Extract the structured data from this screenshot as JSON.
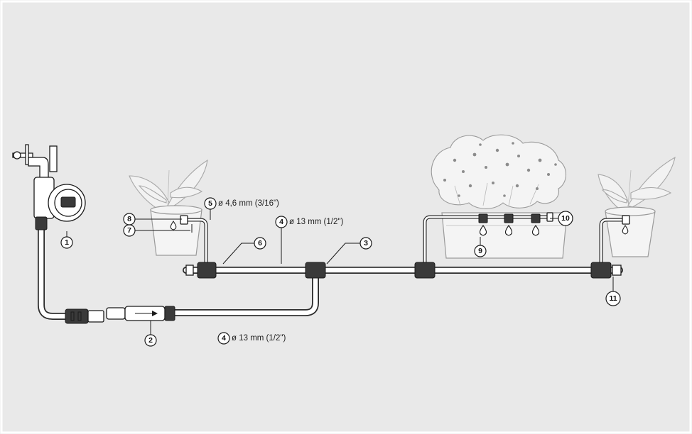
{
  "callouts": [
    {
      "id": "1",
      "label": "1"
    },
    {
      "id": "2",
      "label": "2"
    },
    {
      "id": "3",
      "label": "3"
    },
    {
      "id": "4a",
      "label": "4"
    },
    {
      "id": "4b",
      "label": "4"
    },
    {
      "id": "5",
      "label": "5"
    },
    {
      "id": "6",
      "label": "6"
    },
    {
      "id": "7",
      "label": "7"
    },
    {
      "id": "8",
      "label": "8"
    },
    {
      "id": "9",
      "label": "9"
    },
    {
      "id": "10",
      "label": "10"
    },
    {
      "id": "11",
      "label": "11"
    }
  ],
  "dimensions": {
    "micro_tube": "ø 4,6 mm (3/16\")",
    "main_pipe_top": "ø 13 mm (1/2\")",
    "main_pipe_bottom": "ø 13 mm (1/2\")"
  }
}
